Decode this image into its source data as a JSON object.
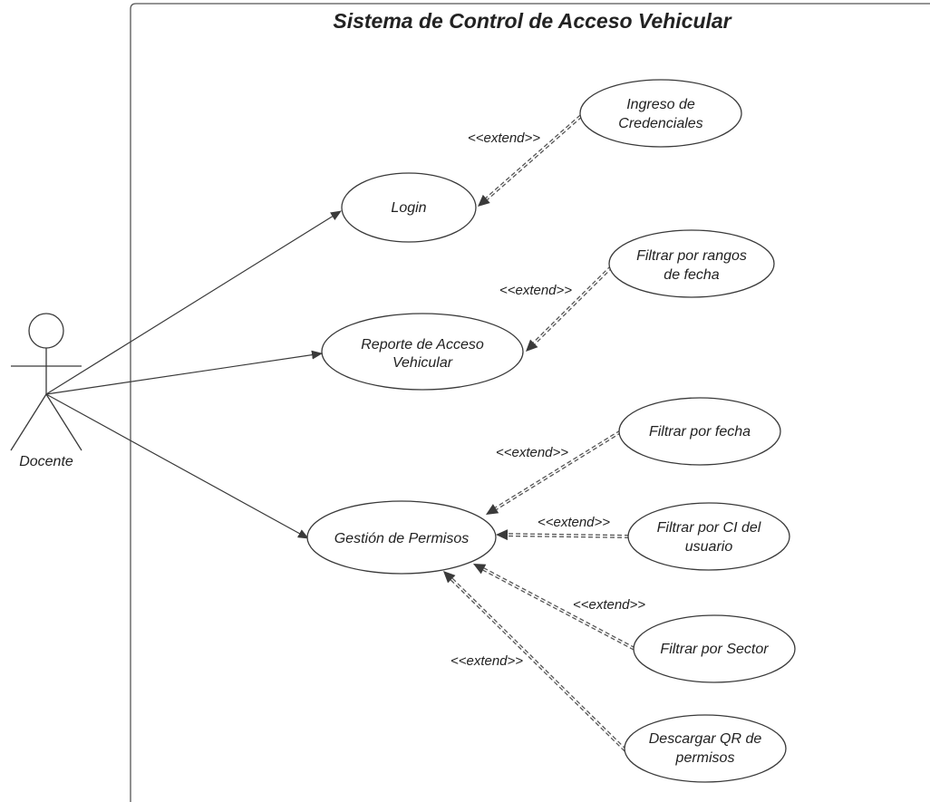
{
  "diagram": {
    "title": "Sistema de Control de Acceso Vehicular",
    "actor": {
      "name": "Docente"
    },
    "use_cases": {
      "login": {
        "lines": [
          "Login"
        ]
      },
      "reporte": {
        "lines": [
          "Reporte de Acceso",
          "Vehicular"
        ]
      },
      "gestion": {
        "lines": [
          "Gestión de  Permisos"
        ]
      },
      "ingreso": {
        "lines": [
          "Ingreso de",
          "Credenciales"
        ]
      },
      "filtrar_rangos": {
        "lines": [
          "Filtrar por rangos",
          "de fecha"
        ]
      },
      "filtrar_fecha": {
        "lines": [
          "Filtrar por  fecha"
        ]
      },
      "filtrar_ci": {
        "lines": [
          "Filtrar por CI del",
          "usuario"
        ]
      },
      "filtrar_sector": {
        "lines": [
          "Filtrar por Sector"
        ]
      },
      "descargar_qr": {
        "lines": [
          "Descargar QR de",
          "permisos"
        ]
      }
    },
    "extend_label": "<<extend>>",
    "colors": {
      "stroke": "#3a3a3a",
      "text": "#222222",
      "background": "#ffffff"
    }
  }
}
